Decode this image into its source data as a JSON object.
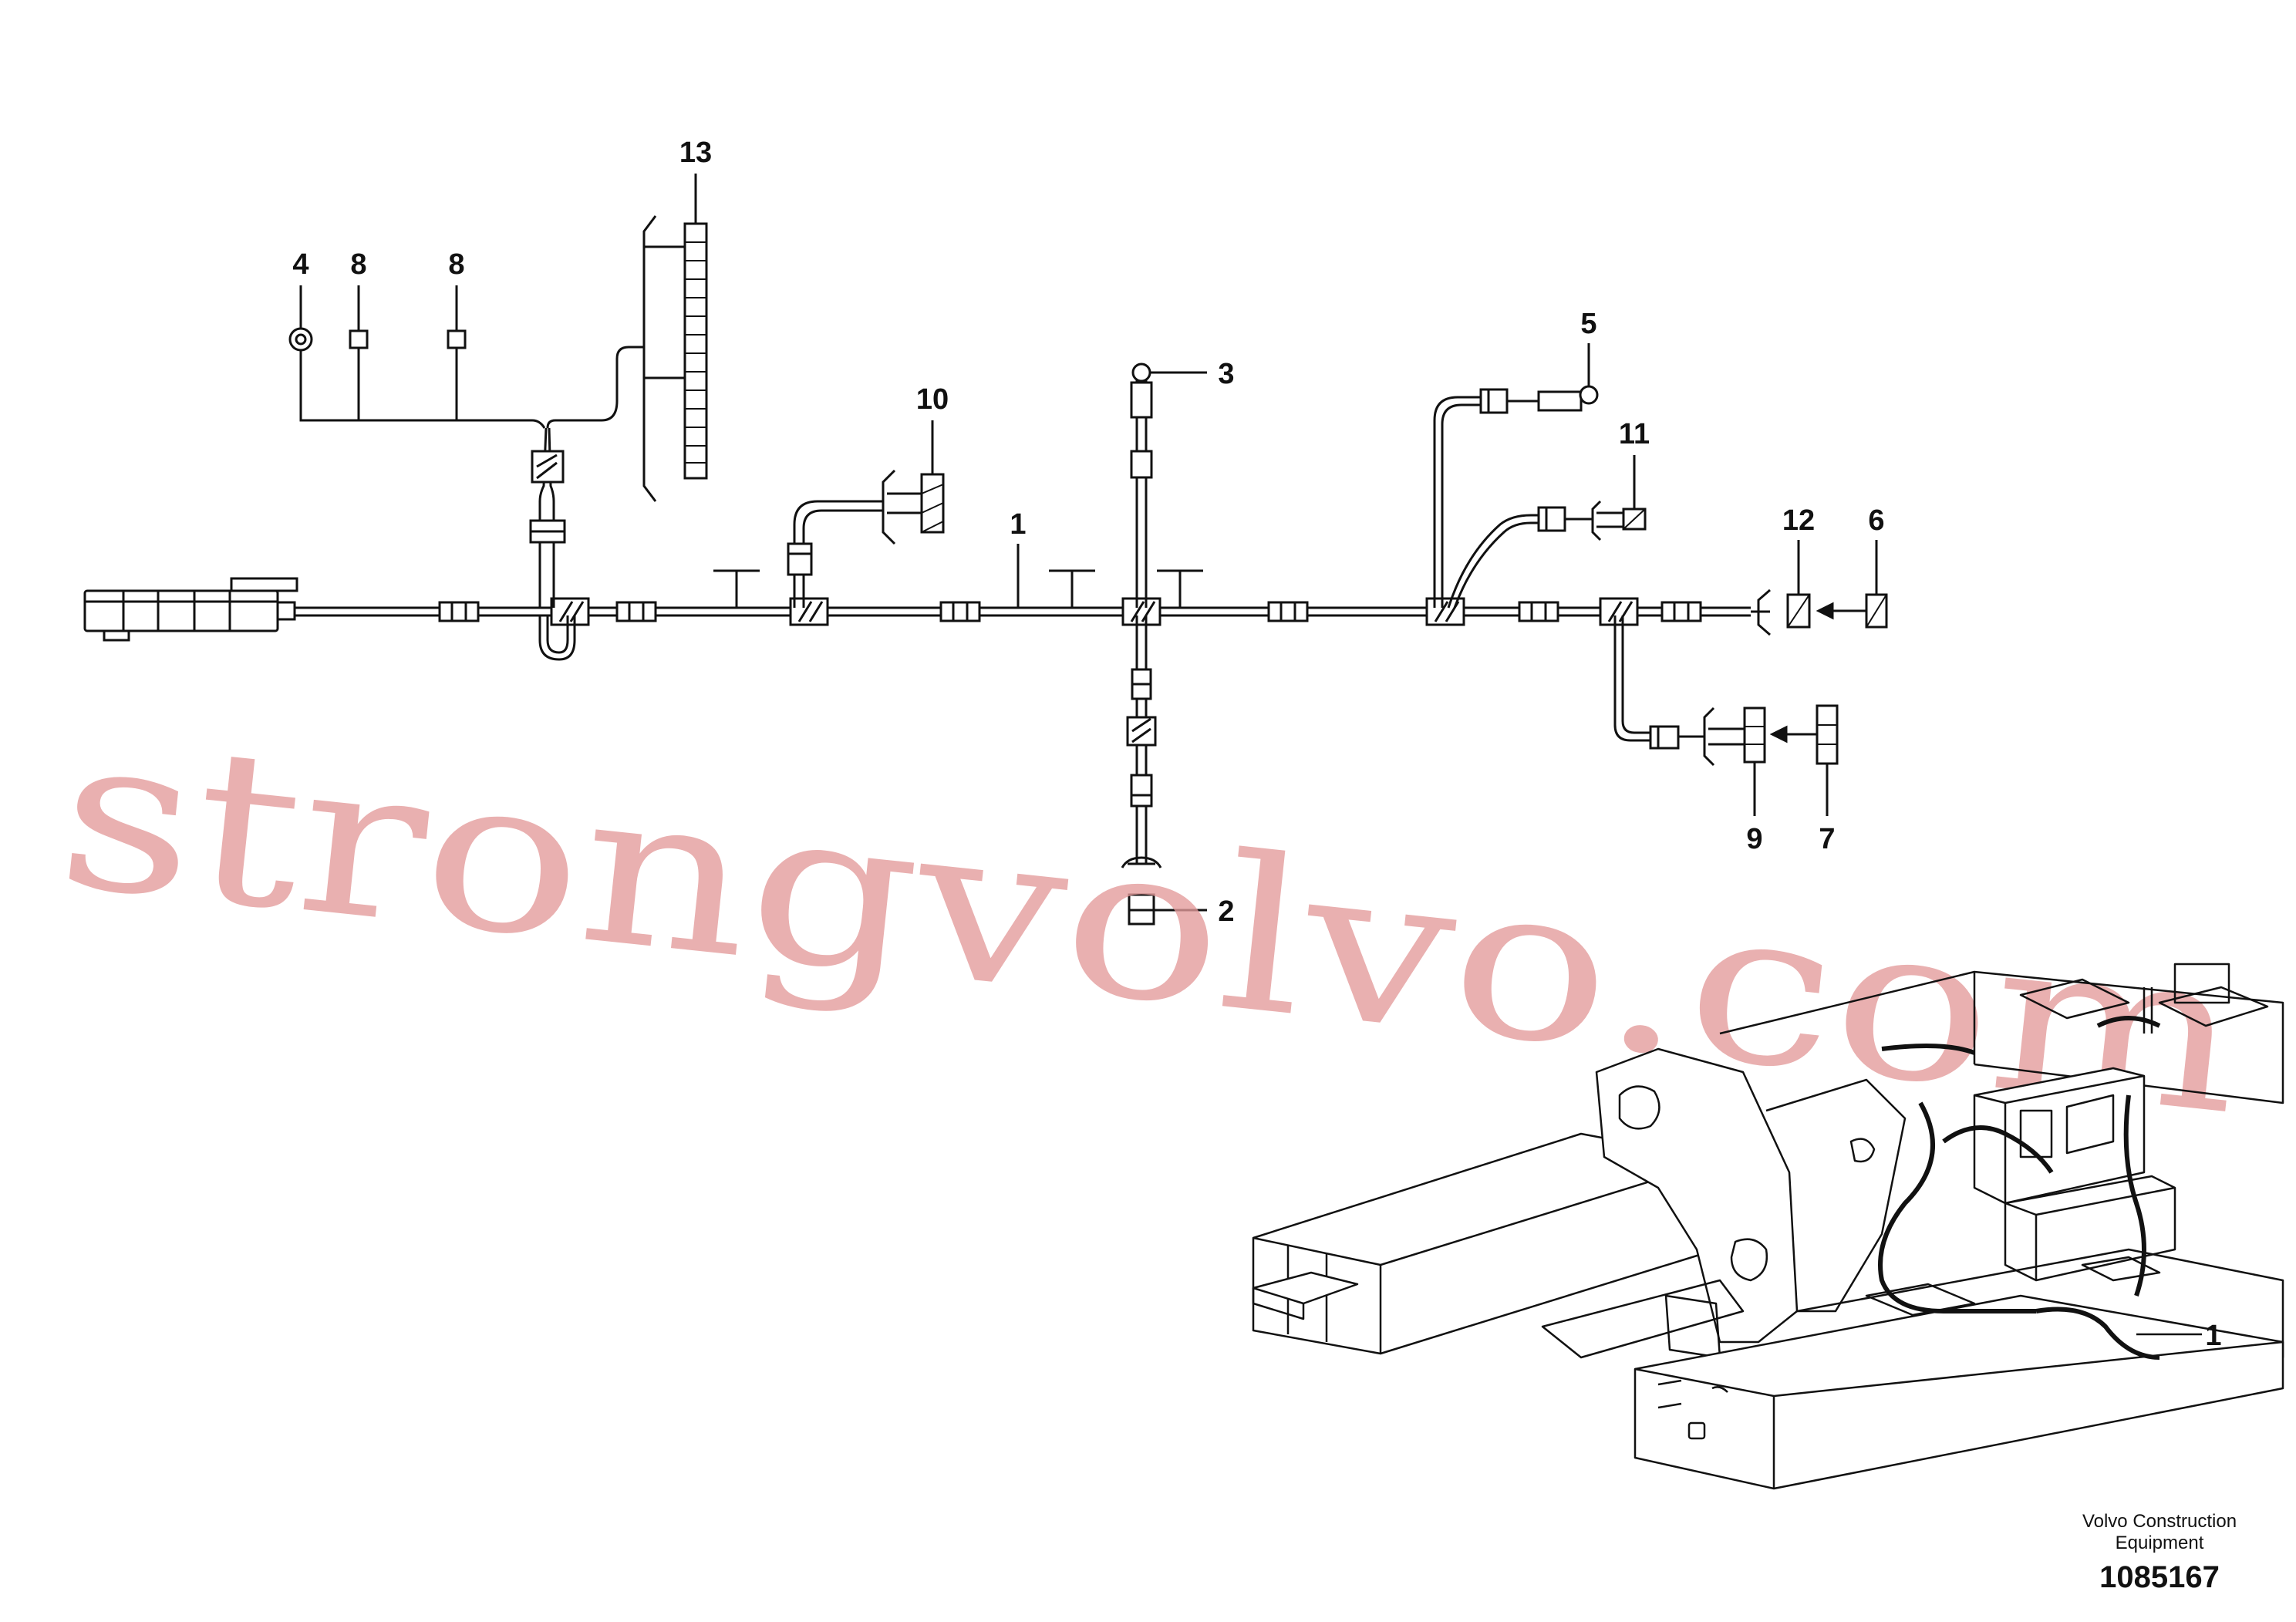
{
  "callouts": {
    "c1": "1",
    "c2": "2",
    "c3": "3",
    "c4": "4",
    "c5": "5",
    "c6": "6",
    "c7": "7",
    "c8a": "8",
    "c8b": "8",
    "c9": "9",
    "c10": "10",
    "c11": "11",
    "c12": "12",
    "c13": "13",
    "c1_inset": "1"
  },
  "caption": {
    "line1": "Volvo Construction",
    "line2": "Equipment",
    "part_number": "1085167"
  },
  "watermark": {
    "text": "strongvolvo.com"
  },
  "colors": {
    "line": "#111111",
    "watermark": "#e49a9a"
  }
}
